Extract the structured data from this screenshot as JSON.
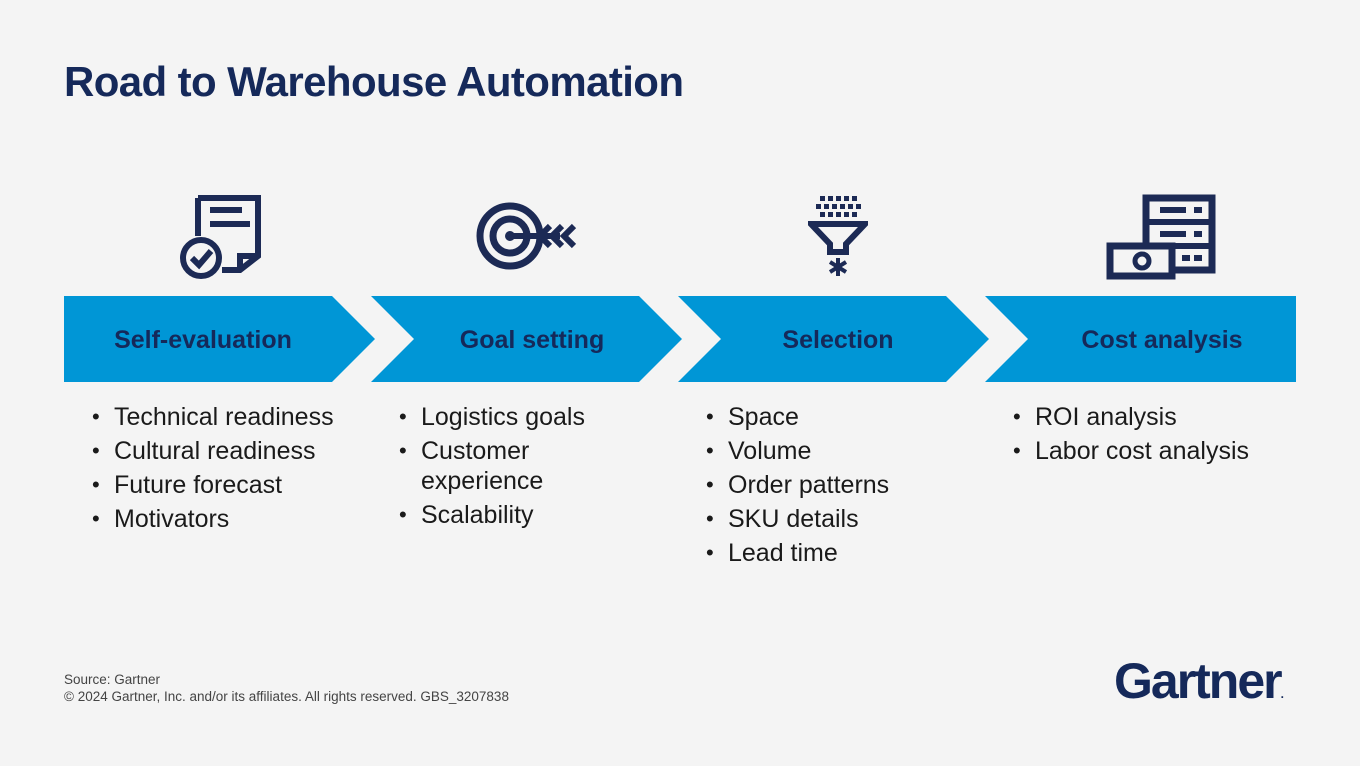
{
  "title": "Road to Warehouse Automation",
  "steps": [
    {
      "label": "Self-evaluation",
      "icon": "checklist-document-icon",
      "bullets": [
        "Technical readiness",
        "Cultural readiness",
        "Future forecast",
        "Motivators"
      ]
    },
    {
      "label": "Goal setting",
      "icon": "target-arrow-icon",
      "bullets": [
        "Logistics goals",
        "Customer experience",
        "Scalability"
      ]
    },
    {
      "label": "Selection",
      "icon": "filter-funnel-icon",
      "bullets": [
        "Space",
        "Volume",
        "Order patterns",
        "SKU details",
        "Lead time"
      ]
    },
    {
      "label": "Cost analysis",
      "icon": "server-money-icon",
      "bullets": [
        "ROI analysis",
        "Labor cost analysis"
      ]
    }
  ],
  "footer": {
    "source": "Source: Gartner",
    "copyright": "© 2024 Gartner, Inc. and/or its affiliates. All rights reserved. GBS_3207838"
  },
  "logo": {
    "text": "Gartner",
    "mark": "."
  },
  "colors": {
    "arrow": "#0096d6",
    "navy": "#15295a",
    "background": "#f4f4f4"
  }
}
